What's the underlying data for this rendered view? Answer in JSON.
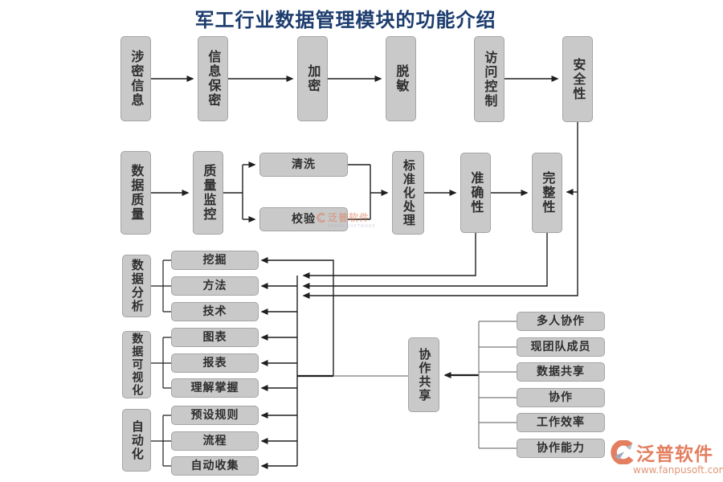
{
  "title": "军工行业数据管理模块的功能介绍",
  "security_row": {
    "classified_info": "涉密信息",
    "info_confidentiality": "信息保密",
    "encryption": "加密",
    "desensitization": "脱敏",
    "access_control": "访问控制",
    "security": "安全性"
  },
  "quality_row": {
    "data_quality": "数据质量",
    "quality_monitoring": "质量监控",
    "cleaning": "清洗",
    "verification": "校验",
    "standardization": "标准化处理",
    "accuracy": "准确性",
    "integrity": "完整性"
  },
  "analysis_group": {
    "label": "数据分析",
    "items": {
      "mining": "挖掘",
      "methods": "方法",
      "technology": "技术"
    }
  },
  "visualization_group": {
    "label": "数据可视化",
    "items": {
      "charts": "图表",
      "reports": "报表",
      "understanding": "理解掌握"
    }
  },
  "automation_group": {
    "label": "自动化",
    "items": {
      "preset_rules": "预设规则",
      "process": "流程",
      "auto_collection": "自动收集"
    }
  },
  "collaboration_group": {
    "label": "协作共享",
    "items": {
      "multi_person": "多人协作",
      "team_members": "现团队成员",
      "data_sharing": "数据共享",
      "collaboration": "协作",
      "work_efficiency": "工作效率",
      "collaboration_ability": "协作能力"
    }
  },
  "watermark": {
    "brand": "泛普软件",
    "url": "www.fanpusoft.com"
  },
  "inline_watermark": {
    "brand": "泛普软件",
    "sub": "FANPU SOFTWARE"
  },
  "colors": {
    "title": "#1c3c6e",
    "box_fill": "#c9c9c9",
    "box_border": "#a5a5a5",
    "box_text": "#2e2e2e",
    "line": "#1f1f1f",
    "bracket_gray": "#6e6e6e",
    "watermark_orange": "#e0714e"
  }
}
